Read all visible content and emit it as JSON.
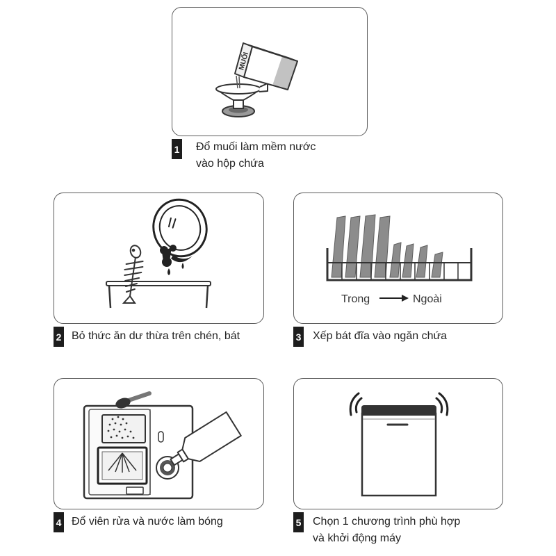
{
  "steps": [
    {
      "number": "1",
      "lines": [
        "Đổ muối làm mềm nước",
        "vào hộp chứa"
      ]
    },
    {
      "number": "2",
      "lines": [
        "Bỏ thức ăn dư thừa trên chén, bát"
      ]
    },
    {
      "number": "3",
      "lines": [
        "Xếp bát đĩa vào ngăn chứa"
      ]
    },
    {
      "number": "4",
      "lines": [
        "Đổ viên rửa và nước làm bóng"
      ]
    },
    {
      "number": "5",
      "lines": [
        "Chọn 1 chương trình phù hợp",
        "và khởi động máy"
      ]
    }
  ],
  "illustrations": {
    "salt_box_label": "MUỐI",
    "rack_from": "Trong",
    "rack_to": "Ngoài"
  },
  "colors": {
    "panel_border": "#5a5a5a",
    "badge": "#1d1d1d",
    "plate": "#8c8c8c",
    "ink": "#222222"
  }
}
